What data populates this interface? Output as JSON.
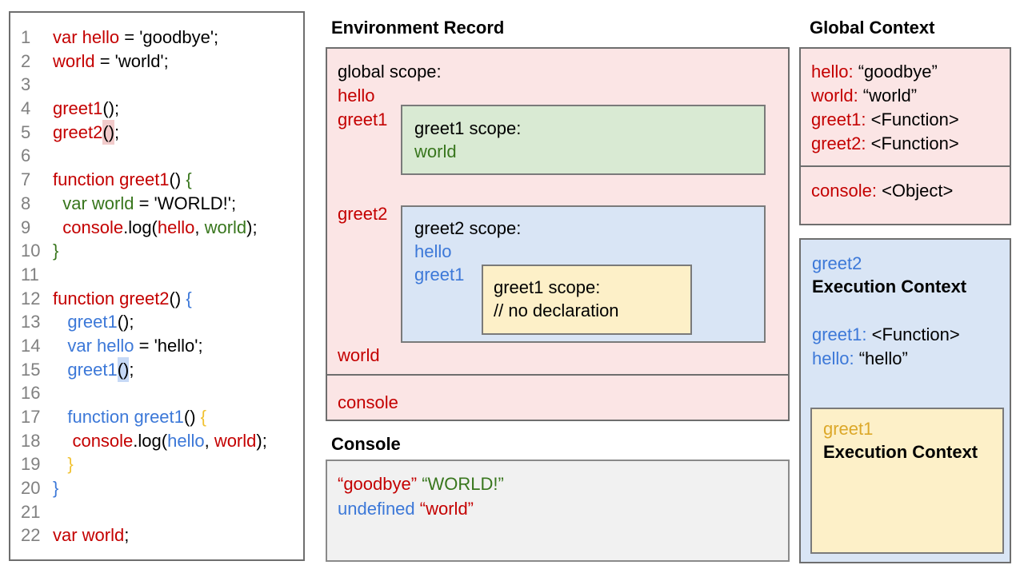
{
  "palette": {
    "black": "#000000",
    "red": "#c40000",
    "green": "#38761d",
    "blue": "#3c78d8",
    "yellow": "#f1c232",
    "gold": "#dca829",
    "hl_pink": "#f2cbcb",
    "hl_blue": "#c6d9f6",
    "pink_bg": "#fbe5e5",
    "green_bg": "#d9ead3",
    "blue_bg": "#d9e5f5",
    "yellow_bg": "#fdf0c8",
    "console_bg": "#f1f1f1"
  },
  "code_panel": {
    "lines": [
      {
        "num": "1",
        "tokens": [
          {
            "t": "var hello",
            "c": "red"
          },
          {
            "t": " = 'goodbye';",
            "c": "black"
          }
        ]
      },
      {
        "num": "2",
        "tokens": [
          {
            "t": "world",
            "c": "red"
          },
          {
            "t": " = 'world';",
            "c": "black"
          }
        ]
      },
      {
        "num": "3",
        "tokens": []
      },
      {
        "num": "4",
        "tokens": [
          {
            "t": "greet1",
            "c": "red"
          },
          {
            "t": "();",
            "c": "black"
          }
        ]
      },
      {
        "num": "5",
        "tokens": [
          {
            "t": "greet2",
            "c": "red"
          },
          {
            "t": "()",
            "c": "black",
            "hl": "hl_pink"
          },
          {
            "t": ";",
            "c": "black"
          }
        ]
      },
      {
        "num": "6",
        "tokens": []
      },
      {
        "num": "7",
        "tokens": [
          {
            "t": "function greet1",
            "c": "red"
          },
          {
            "t": "() ",
            "c": "black"
          },
          {
            "t": "{",
            "c": "green"
          }
        ]
      },
      {
        "num": "8",
        "tokens": [
          {
            "t": "  ",
            "c": "black"
          },
          {
            "t": "var world",
            "c": "green"
          },
          {
            "t": " = 'WORLD!';",
            "c": "black"
          }
        ]
      },
      {
        "num": "9",
        "tokens": [
          {
            "t": "  ",
            "c": "black"
          },
          {
            "t": "console",
            "c": "red"
          },
          {
            "t": ".log(",
            "c": "black"
          },
          {
            "t": "hello",
            "c": "red"
          },
          {
            "t": ", ",
            "c": "black"
          },
          {
            "t": "world",
            "c": "green"
          },
          {
            "t": ");",
            "c": "black"
          }
        ]
      },
      {
        "num": "10",
        "tokens": [
          {
            "t": "}",
            "c": "green"
          }
        ]
      },
      {
        "num": "11",
        "tokens": []
      },
      {
        "num": "12",
        "tokens": [
          {
            "t": "function greet2",
            "c": "red"
          },
          {
            "t": "() ",
            "c": "black"
          },
          {
            "t": "{",
            "c": "blue"
          }
        ]
      },
      {
        "num": "13",
        "tokens": [
          {
            "t": "   ",
            "c": "black"
          },
          {
            "t": "greet1",
            "c": "blue"
          },
          {
            "t": "();",
            "c": "black"
          }
        ]
      },
      {
        "num": "14",
        "tokens": [
          {
            "t": "   ",
            "c": "black"
          },
          {
            "t": "var hello",
            "c": "blue"
          },
          {
            "t": " = 'hello';",
            "c": "black"
          }
        ]
      },
      {
        "num": "15",
        "tokens": [
          {
            "t": "   ",
            "c": "black"
          },
          {
            "t": "greet1",
            "c": "blue"
          },
          {
            "t": "()",
            "c": "black",
            "hl": "hl_blue"
          },
          {
            "t": ";",
            "c": "black"
          }
        ]
      },
      {
        "num": "16",
        "tokens": []
      },
      {
        "num": "17",
        "tokens": [
          {
            "t": "   ",
            "c": "black"
          },
          {
            "t": "function greet1",
            "c": "blue"
          },
          {
            "t": "() ",
            "c": "black"
          },
          {
            "t": "{",
            "c": "yellow"
          }
        ]
      },
      {
        "num": "18",
        "tokens": [
          {
            "t": "    ",
            "c": "black"
          },
          {
            "t": "console",
            "c": "red"
          },
          {
            "t": ".log(",
            "c": "black"
          },
          {
            "t": "hello",
            "c": "blue"
          },
          {
            "t": ", ",
            "c": "black"
          },
          {
            "t": "world",
            "c": "red"
          },
          {
            "t": ");",
            "c": "black"
          }
        ]
      },
      {
        "num": "19",
        "tokens": [
          {
            "t": "   ",
            "c": "black"
          },
          {
            "t": "}",
            "c": "yellow"
          }
        ]
      },
      {
        "num": "20",
        "tokens": [
          {
            "t": "}",
            "c": "blue"
          }
        ]
      },
      {
        "num": "21",
        "tokens": []
      },
      {
        "num": "22",
        "tokens": [
          {
            "t": "var world",
            "c": "red"
          },
          {
            "t": ";",
            "c": "black"
          }
        ]
      }
    ]
  },
  "environment_record": {
    "title": "Environment Record",
    "global_scope_label": "global scope:",
    "hello_label": "hello",
    "greet1_label": "greet1",
    "greet2_label": "greet2",
    "world_label": "world",
    "console_label": "console",
    "greet1_scope": {
      "title": "greet1 scope:",
      "var_world": "world"
    },
    "greet2_scope": {
      "title": "greet2 scope:",
      "hello_label": "hello",
      "greet1_label": "greet1",
      "inner_greet1_scope": {
        "title": "greet1 scope:",
        "comment": "// no declaration"
      }
    }
  },
  "console_panel": {
    "title": "Console",
    "lines": [
      [
        {
          "t": "“goodbye”",
          "c": "red"
        },
        {
          "t": " ",
          "c": "black"
        },
        {
          "t": "“WORLD!”",
          "c": "green"
        }
      ],
      [
        {
          "t": "undefined",
          "c": "blue"
        },
        {
          "t": " ",
          "c": "black"
        },
        {
          "t": "“world”",
          "c": "red"
        }
      ]
    ]
  },
  "global_context": {
    "title": "Global Context",
    "entries": [
      {
        "k": "hello:",
        "v": " “goodbye”"
      },
      {
        "k": "world:",
        "v": " “world”"
      },
      {
        "k": "greet1:",
        "v": " <Function>"
      },
      {
        "k": "greet2:",
        "v": " <Function>"
      }
    ],
    "console_entry": [
      {
        "k": "console:",
        "v": " <Object>"
      }
    ]
  },
  "greet2_execution_context": {
    "name": "greet2",
    "title": "Execution Context",
    "entries": [
      {
        "k": "greet1:",
        "v": " <Function>"
      },
      {
        "k": "hello:",
        "v": " “hello”"
      }
    ],
    "greet1_execution_context": {
      "name": "greet1",
      "title": "Execution Context"
    }
  }
}
